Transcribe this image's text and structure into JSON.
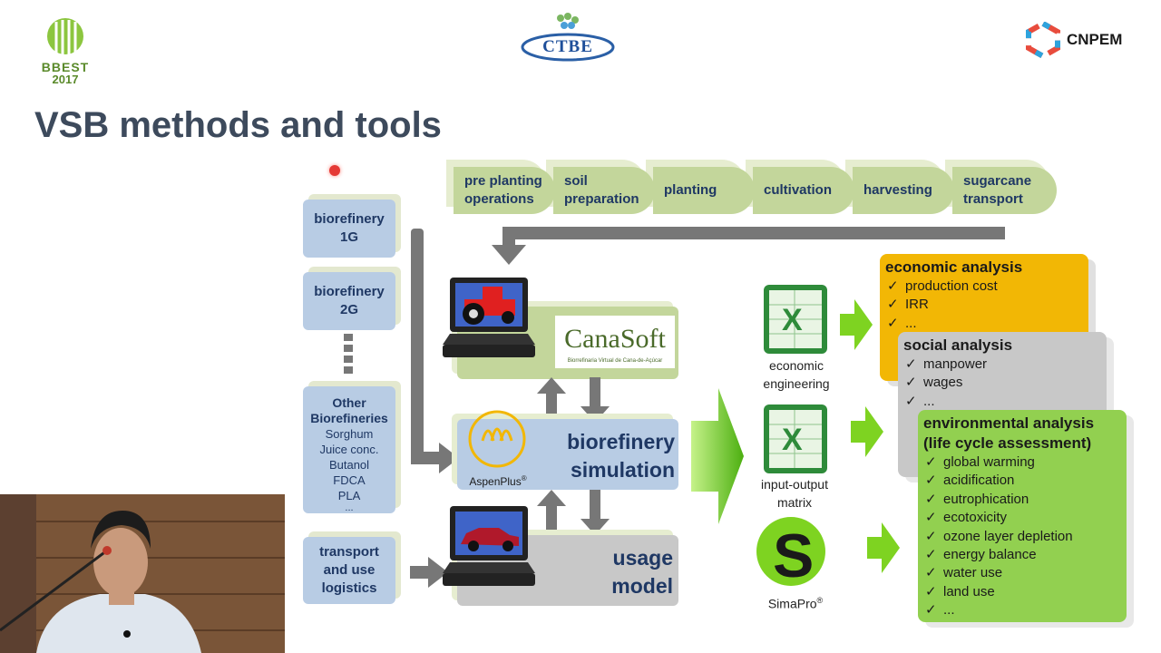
{
  "header": {
    "left_logo_text": "BBEST",
    "left_logo_year": "2017",
    "center_logo_text": "CTBE",
    "right_logo_text": "CNPEM"
  },
  "title": "VSB methods and tools",
  "agricultural_steps": [
    {
      "label": "pre planting operations"
    },
    {
      "label": "soil preparation"
    },
    {
      "label": "planting"
    },
    {
      "label": "cultivation"
    },
    {
      "label": "harvesting"
    },
    {
      "label": "sugarcane transport"
    }
  ],
  "biorefineries": {
    "b1": "biorefinery 1G",
    "b2": "biorefinery 2G",
    "other_title": "Other Biorefineries",
    "other_items": [
      "Sorghum",
      "Juice conc.",
      "Butanol",
      "FDCA",
      "PLA",
      "..."
    ]
  },
  "transport_box": "transport and use logistics",
  "canasoft": {
    "name": "CanaSoft",
    "subtitle": "Biorrefinaria Virtual de Cana-de-Açúcar"
  },
  "aspen": {
    "label": "AspenPlus",
    "reg": "®"
  },
  "simulation_label": "biorefinery simulation",
  "usage_label": "usage model",
  "tools": {
    "excel1_label": "economic engineering",
    "excel2_label": "input-output matrix",
    "simapro_label": "SimaPro",
    "simapro_reg": "®"
  },
  "analyses": {
    "economic": {
      "title": "economic analysis",
      "items": [
        "production cost",
        "IRR",
        "..."
      ],
      "color": "#f2b705"
    },
    "social": {
      "title": "social analysis",
      "items": [
        "manpower",
        "wages",
        "..."
      ],
      "color": "#c8c8c8"
    },
    "environmental": {
      "title_line1": "environmental analysis",
      "title_line2": "(life cycle assessment)",
      "items": [
        "global warming",
        "acidification",
        "eutrophication",
        "ecotoxicity",
        "ozone layer depletion",
        "energy balance",
        "water use",
        "land use",
        "..."
      ],
      "color": "#92d050"
    }
  },
  "checkmark": "✓",
  "colors": {
    "title": "#3d4a5c",
    "box_blue": "#b8cce4",
    "step_green": "#c3d69b",
    "arrow_grey": "#777777",
    "arrow_green": "#7ed321"
  }
}
